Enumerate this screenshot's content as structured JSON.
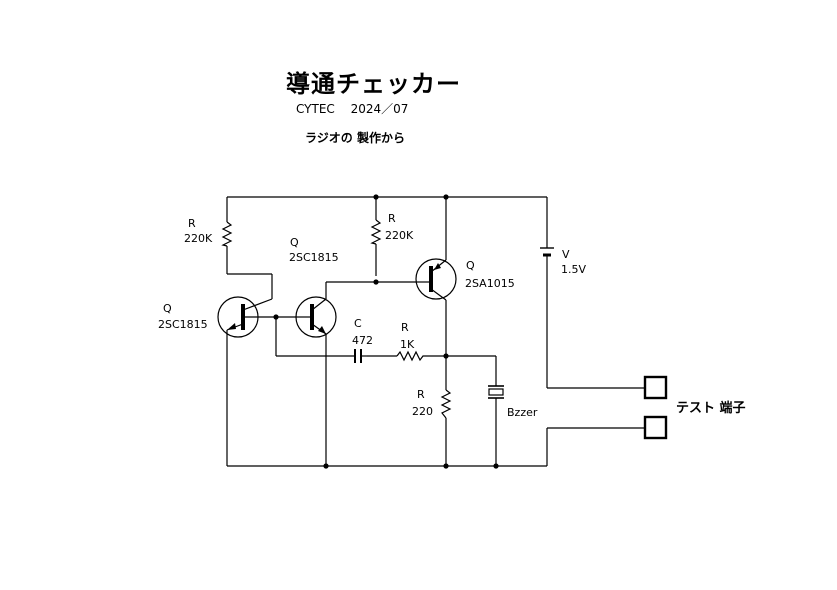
{
  "header": {
    "title": "導通チェッカー",
    "subtitle": "CYTEC　 2024／07",
    "note": "ラジオの 製作から"
  },
  "components": {
    "r1": {
      "name": "R",
      "value": "220K"
    },
    "r2": {
      "name": "R",
      "value": "220K"
    },
    "r3": {
      "name": "R",
      "value": "1K"
    },
    "r4": {
      "name": "R",
      "value": "220"
    },
    "q1": {
      "name": "Q",
      "value": "2SC1815"
    },
    "q2": {
      "name": "Q",
      "value": "2SC1815"
    },
    "q3": {
      "name": "Q",
      "value": "2SA1015"
    },
    "c1": {
      "name": "C",
      "value": "472"
    },
    "v1": {
      "name": "V",
      "value": "1.5V"
    },
    "buzzer": {
      "name": "Bzzer"
    },
    "terminals": {
      "label": "テスト 端子"
    }
  }
}
